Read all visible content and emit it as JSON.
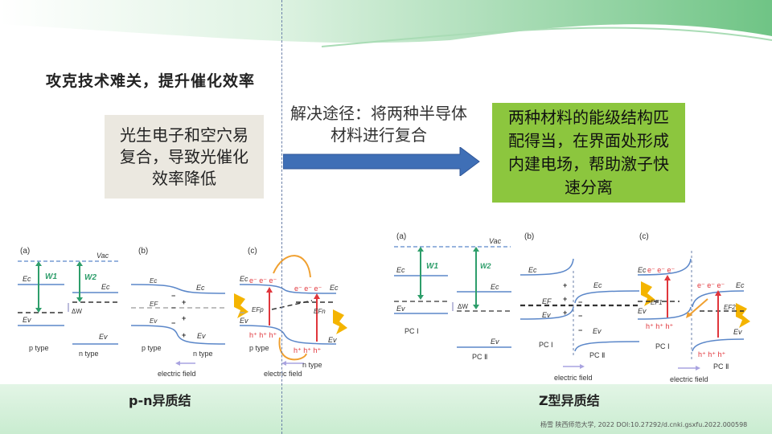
{
  "slide": {
    "title": "攻克技术难关，提升催化效率",
    "problem_text": "光生电子和空穴易复合，导致光催化效率降低",
    "solution_text": "解决途径：将两种半导体材料进行复合",
    "result_text": "两种材料的能级结构匹配得当，在界面处形成内建电场，帮助激子快速分离",
    "footer": "杨雪 陕西师范大学, 2022 DOI:10.27292/d.cnki.gsxfu.2022.000598",
    "colors": {
      "green_box": "#8cc63e",
      "arrow": "#3f6fb6",
      "band_line": "#5b87c9",
      "w_arrow": "#2e9e6b",
      "carrier": "#e0363c"
    }
  },
  "pn": {
    "caption": "p-n异质结",
    "a": "(a)",
    "b": "(b)",
    "c": "(c)",
    "vac": "Vac",
    "ec": "Ec",
    "ev": "Ev",
    "ef": "EF",
    "w1": "W1",
    "w2": "W2",
    "dw": "ΔW",
    "p_type": "p type",
    "n_type": "n type",
    "electric_field": "electric field",
    "efp": "EFp",
    "efn": "EFn",
    "electrons": "e⁻ e⁻ e⁻",
    "holes": "h⁺ h⁺ h⁺",
    "minus": "−",
    "plus": "+"
  },
  "z": {
    "caption": "Z型异质结",
    "a": "(a)",
    "b": "(b)",
    "c": "(c)",
    "vac": "Vac",
    "ec": "Ec",
    "ev": "Ev",
    "ef": "EF",
    "w1": "W1",
    "w2": "W2",
    "dw": "ΔW",
    "pc1": "PC Ⅰ",
    "pc2": "PC Ⅱ",
    "electric_field": "electric field",
    "ef1": "EF1",
    "ef2": "EF2",
    "electrons": "e⁻  e⁻  e⁻",
    "holes": "h⁺ h⁺ h⁺",
    "minus": "−",
    "plus": "+"
  }
}
